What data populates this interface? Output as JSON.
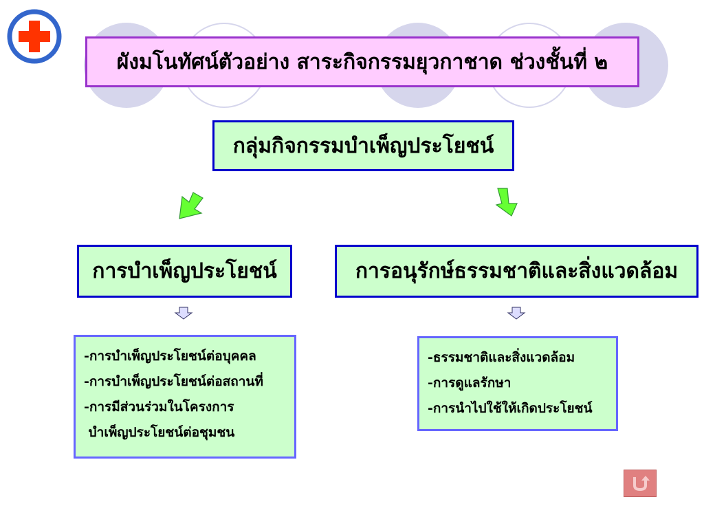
{
  "title": "ผังมโนทัศน์ตัวอย่าง สาระกิจกรรมยุวกาชาด ช่วงชั้นที่ ๒",
  "root": "กลุ่มกิจกรรมบำเพ็ญประโยชน์",
  "branches": [
    {
      "label": "การบำเพ็ญประโยชน์",
      "items": [
        "-การบำเพ็ญประโยชน์ต่อบุคคล",
        "-การบำเพ็ญประโยชน์ต่อสถานที่",
        "-การมีส่วนร่วมในโครงการ",
        " บำเพ็ญประโยชน์ต่อชุมชน"
      ]
    },
    {
      "label": "การอนุรักษ์ธรรมชาติและสิ่งแวดล้อม",
      "items": [
        "-ธรรมชาติและสิ่งแวดล้อม",
        "-การดูแลรักษา",
        "-การนำไปใช้ให้เกิดประโยชน์"
      ]
    }
  ],
  "colors": {
    "title_bg": "#ffccff",
    "title_border": "#9933cc",
    "box_bg": "#ccffcc",
    "box_border": "#0000cc",
    "list_border": "#6666ff",
    "arrow_green": "#66ff33",
    "decor_circle": "#d6d6ec",
    "logo_red": "#ff3300",
    "logo_ring": "#3366cc",
    "return_button": "#e08080"
  },
  "icons": {
    "logo": "red-cross-icon",
    "return": "return-icon"
  }
}
